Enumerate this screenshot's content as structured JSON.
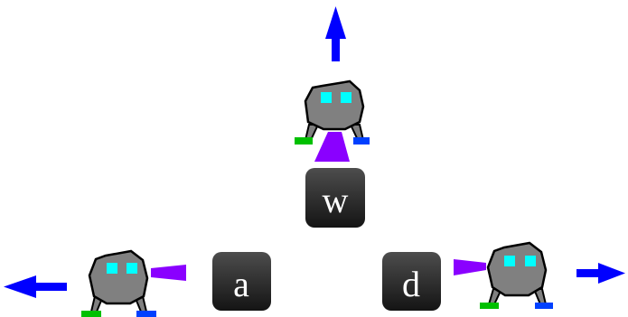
{
  "keys": {
    "up": "w",
    "left": "a",
    "right": "d"
  },
  "colors": {
    "arrow": "#0000ff",
    "robot_body": "#808080",
    "robot_outline": "#000000",
    "robot_eyes": "#00ffff",
    "thruster": "#8a00ff",
    "left_foot": "#00c000",
    "right_foot": "#0040ff",
    "key_top": "#4a4a4a",
    "key_bottom": "#111111"
  },
  "icons": {
    "robot": "robot-lander-icon",
    "arrow_up": "arrow-up-icon",
    "arrow_left": "arrow-left-icon",
    "arrow_right": "arrow-right-icon"
  }
}
